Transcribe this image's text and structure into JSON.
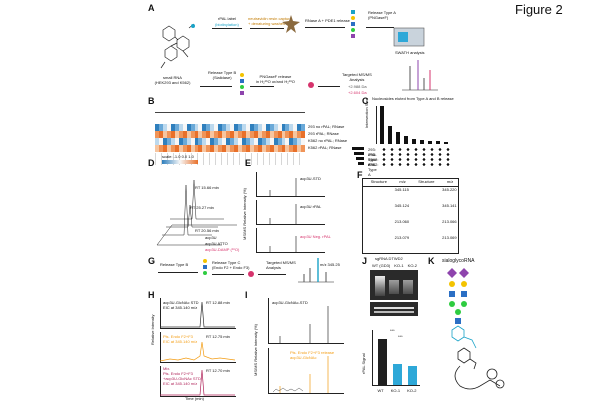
{
  "figure": {
    "title": "Figure 2"
  },
  "panelA": {
    "letter": "A",
    "source": "small RNA\n(HEK293 and K562)",
    "step1": "rPAL label",
    "step1b": "(biotinylation)",
    "step2": "neutravidin resin capture\n+ denaturing washes",
    "step3": "RNase A + PDE1 release",
    "step4": "Release Type A\n(PNGaseF)",
    "step5": "SWATH analysis",
    "step5b": "SWATH analysis",
    "stepB": "Release Type B\n(Sialidase)",
    "stepC": "PNGaseF release\nin H₂¹⁶O or/and H₂¹⁸O",
    "stepD": "Targeted MS/MS\nAnalysis",
    "mass1": "+2.988 Da",
    "mass2": "+2.604 Da"
  },
  "panelB": {
    "letter": "B",
    "rows": [
      "293 no rPAL; RNase",
      "293 rPAL; RNase",
      "K562 no rPAL; RNase",
      "K562 rPAL; RNase"
    ],
    "scale_label": "scale: -1.0 0.0 1.0"
  },
  "panelC": {
    "letter": "C",
    "title": "Nucleosides eluted from Type A and B release",
    "ylabel": "Intersection Size",
    "sets": [
      "293: rPAL",
      "293: Type A",
      "K562: rPAL",
      "K562: Type A"
    ]
  },
  "panelD": {
    "letter": "D",
    "peaks": [
      "RT 15.66 min",
      "RT 25.27 min",
      "RT 20.56 min"
    ],
    "labels": [
      "acp3U",
      "acp3U ATTO",
      "acp3U-DAMP (¹⁸O)"
    ]
  },
  "panelE": {
    "letter": "E",
    "ylabel": "MS/MS Relative Intensity (%)",
    "spectra": [
      "acp3U-STD",
      "acp3U rPAL",
      "acp3U Neg. rPAL"
    ]
  },
  "panelF": {
    "letter": "F",
    "headers": [
      "Structure",
      "m/z",
      "Structure",
      "m/z"
    ],
    "rows": [
      [
        "345.115",
        "345.220"
      ],
      [
        "345.124",
        "345.141"
      ],
      [
        "213.060",
        "213.066"
      ],
      [
        "213.079",
        "213.069"
      ]
    ]
  },
  "panelG": {
    "letter": "G",
    "step1": "Release Type B",
    "step2": "Release Type C\n(Endo F2 + Endo F3)",
    "step3": "Targeted MS/MS\nAnalysis",
    "mz": "m/z 345.25"
  },
  "panelH": {
    "letter": "H",
    "ylabel": "Relative Intensity",
    "xlabel": "Time (min)",
    "traces": [
      {
        "label": "acp3U-GlcNAc STD\nEIC at 345.140 m/z",
        "rt": "RT 12.88 min",
        "color": "#333333"
      },
      {
        "label": "Pls. Endo F2+F3\nEIC at 345.140 m/z",
        "rt": "RT 12.75 min",
        "color": "#f39c12"
      },
      {
        "label": "Mix.\nPls. Endo F2+F3\n+acp3U-GlcNAc STD\nEIC at 345.140 m/z",
        "rt": "RT 12.70 min",
        "color": "#b0245a"
      }
    ]
  },
  "panelI": {
    "letter": "I",
    "ylabel": "MS/MS Relative Intensity (%)",
    "spectra": [
      "acp3U-GlcNAc-STD",
      "Pls. Endo F2+F3 release\nacp3U-GlcNAc"
    ],
    "colors": [
      "#333333",
      "#f39c12"
    ]
  },
  "panelJ": {
    "letter": "J",
    "header": "sgRNA DTWD2",
    "lanes": [
      "WT (GD3)",
      "KO-1",
      "KO-2"
    ],
    "ylabel": "rPAL Signal",
    "bars": [
      "WT",
      "KO-1",
      "KO-2"
    ],
    "values": [
      1.0,
      0.45,
      0.42
    ],
    "ylim": [
      0,
      1.2
    ],
    "sig": [
      "***",
      "***"
    ]
  },
  "panelK": {
    "letter": "K",
    "title": "sialoglycoRNA"
  }
}
